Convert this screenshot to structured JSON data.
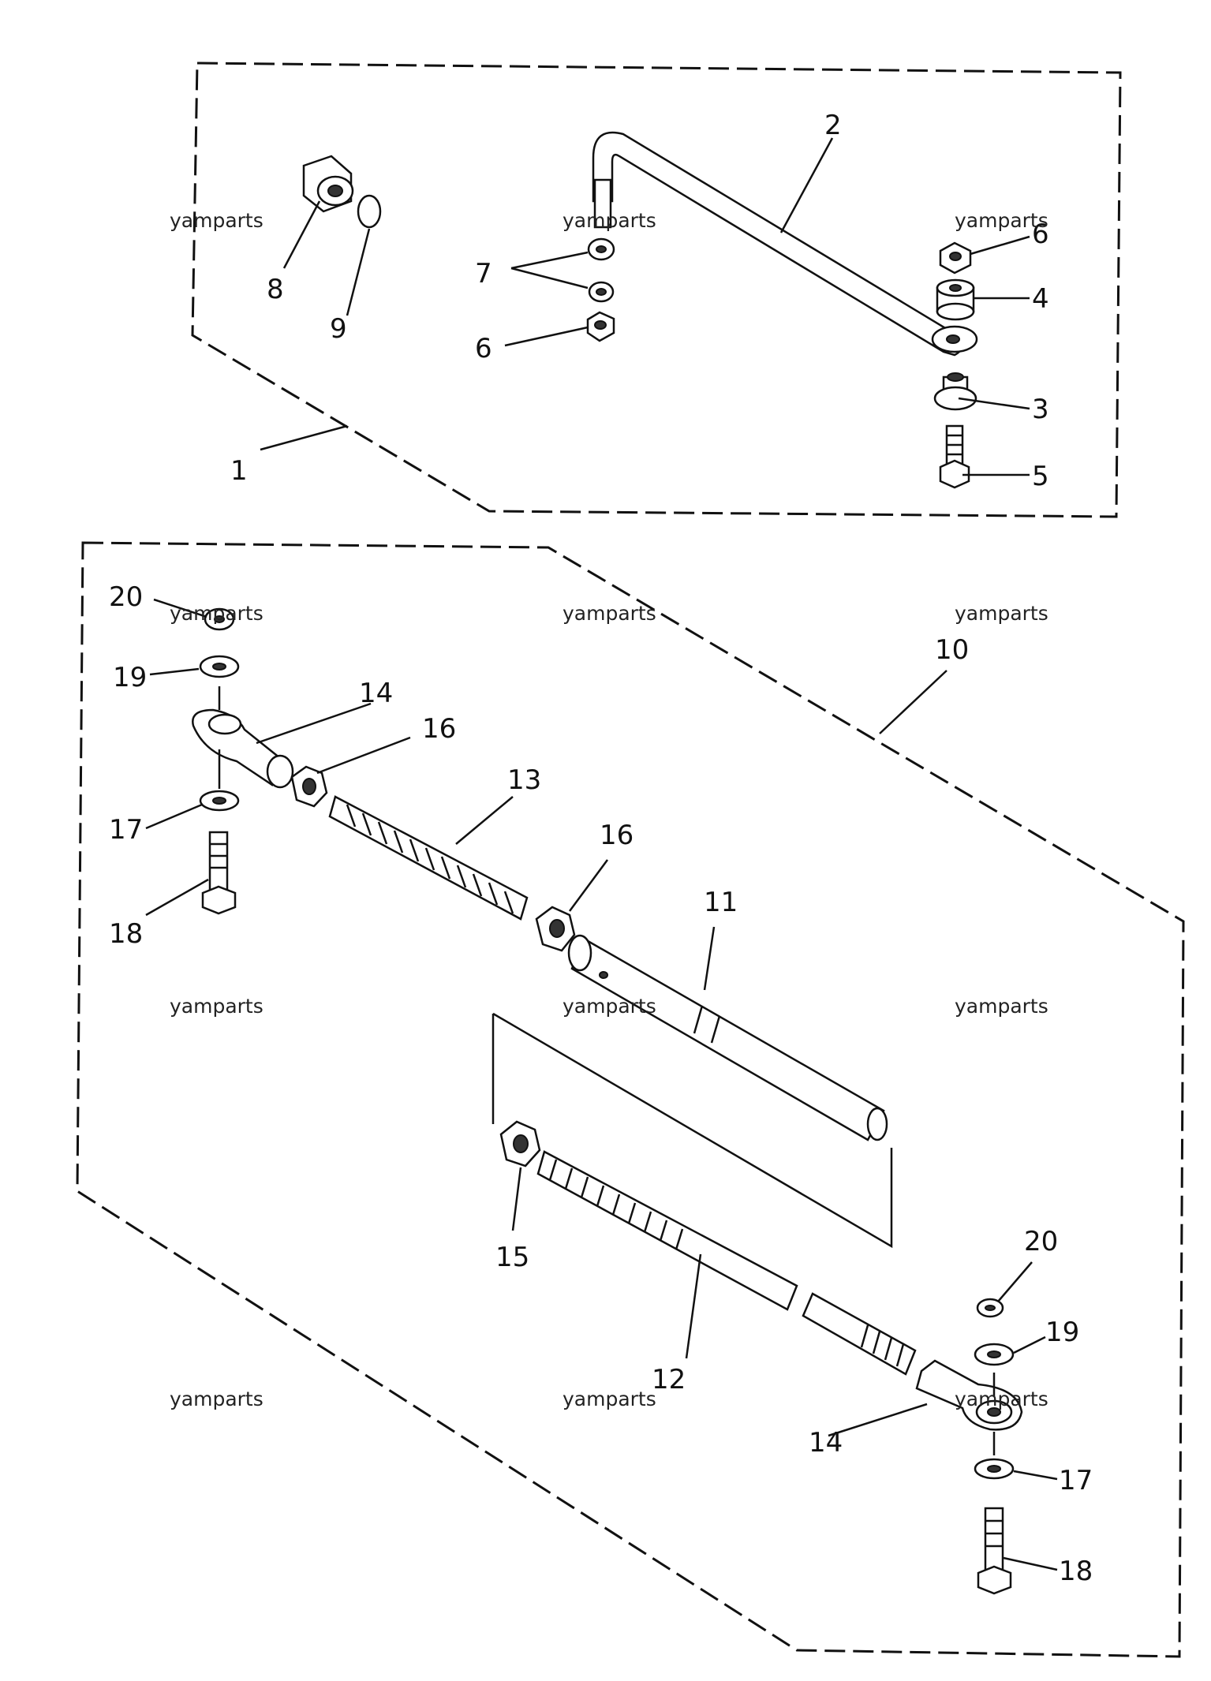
{
  "callouts": {
    "p1": "1",
    "p2": "2",
    "p3": "3",
    "p4": "4",
    "p5": "5",
    "p6a": "6",
    "p6b": "6",
    "p7": "7",
    "p8": "8",
    "p9": "9",
    "p10": "10",
    "p11": "11",
    "p12": "12",
    "p13": "13",
    "p14a": "14",
    "p14b": "14",
    "p15": "15",
    "p16a": "16",
    "p16b": "16",
    "p17a": "17",
    "p17b": "17",
    "p18a": "18",
    "p18b": "18",
    "p19a": "19",
    "p19b": "19",
    "p20a": "20",
    "p20b": "20"
  },
  "watermark": "yamparts"
}
